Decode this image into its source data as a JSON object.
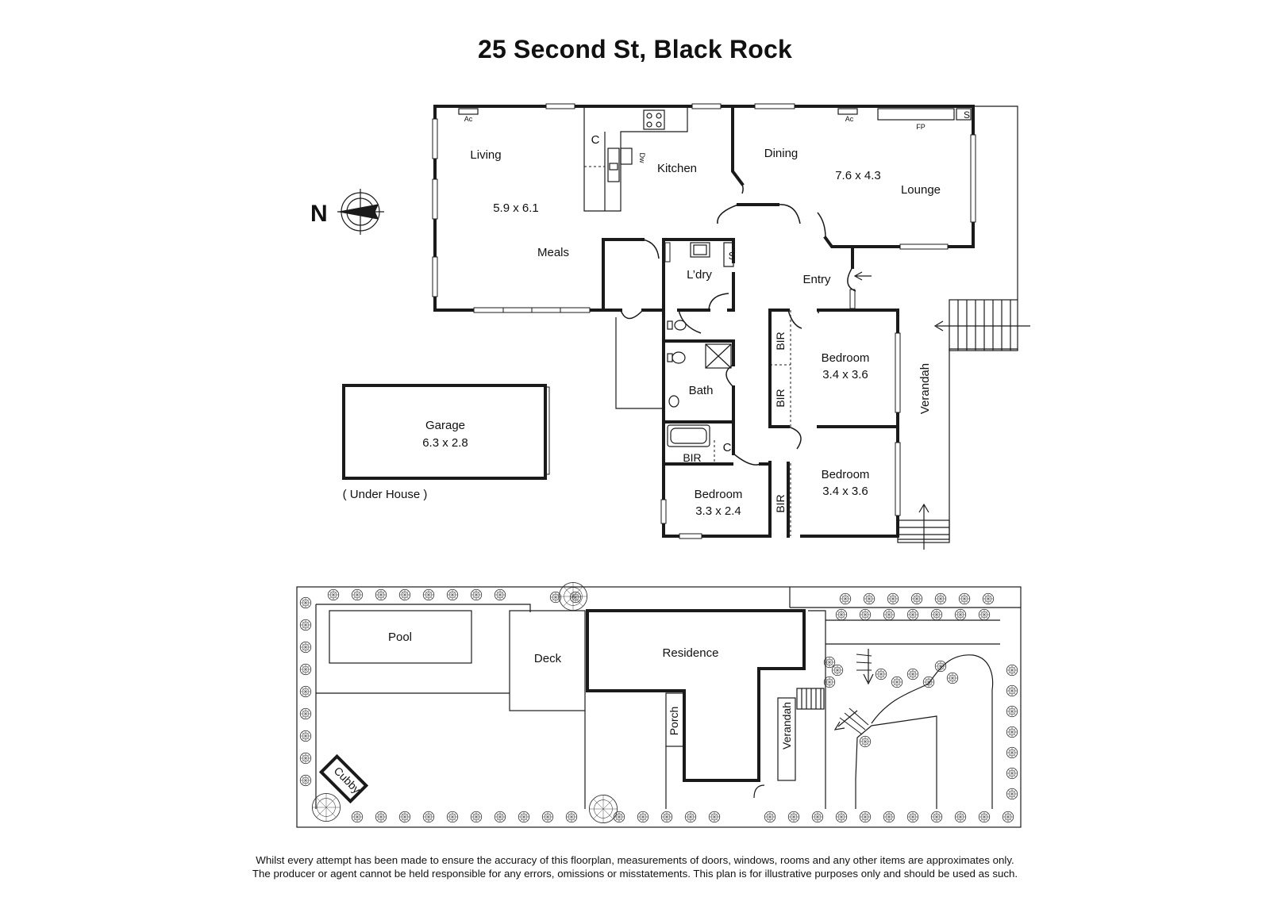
{
  "title": "25 Second St, Black Rock",
  "compass": "N",
  "rooms": {
    "living": "Living",
    "living_size": "5.9 x 6.1",
    "meals": "Meals",
    "kitchen": "Kitchen",
    "dining": "Dining",
    "lounge_size": "7.6 x 4.3",
    "lounge": "Lounge",
    "entry": "Entry",
    "laundry": "L’dry",
    "bath": "Bath",
    "bedroom1": "Bedroom",
    "bedroom1_size": "3.4 x 3.6",
    "bedroom2": "Bedroom",
    "bedroom2_size": "3.4 x 3.6",
    "bedroom3": "Bedroom",
    "bedroom3_size": "3.3 x 2.4",
    "verandah": "Verandah",
    "garage": "Garage",
    "garage_size": "6.3 x 2.8",
    "garage_note": "( Under House )"
  },
  "labels": {
    "ac1": "Ac",
    "ac2": "Ac",
    "fp": "FP",
    "s1": "S",
    "s2": "S",
    "c1": "C",
    "c2": "C",
    "dw": "Dw",
    "bir1": "BIR",
    "bir2": "BIR",
    "bir3": "BIR",
    "bir4": "BIR"
  },
  "site": {
    "pool": "Pool",
    "deck": "Deck",
    "residence": "Residence",
    "porch": "Porch",
    "verandah": "Verandah",
    "cubby": "Cubby"
  },
  "disclaimer": {
    "line1": "Whilst every attempt has been made to ensure the accuracy of this floorplan, measurements of doors, windows, rooms and any other items are approximates only.",
    "line2": "The producer or agent cannot be held responsible for any errors, omissions or misstatements. This plan is for illustrative purposes only and should be used as such."
  }
}
